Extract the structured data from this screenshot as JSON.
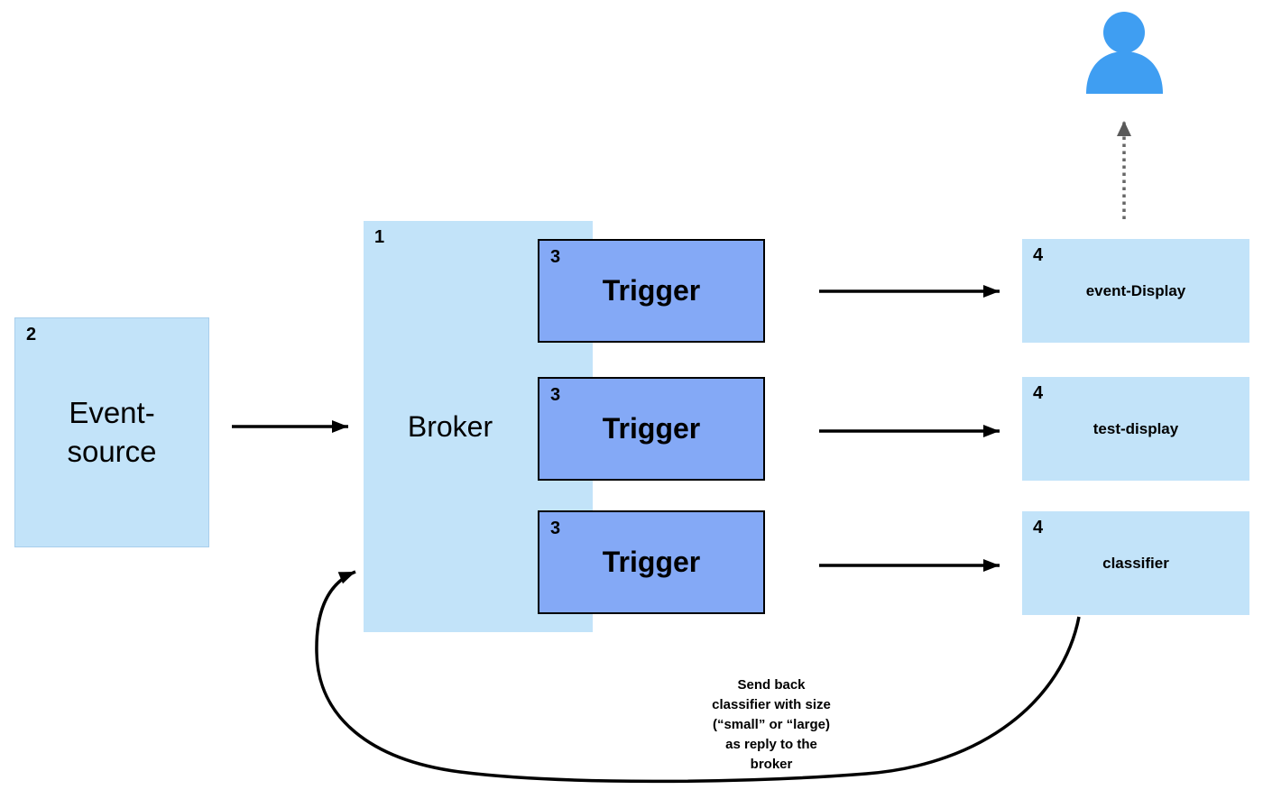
{
  "palette": {
    "light_blue_box": "#c2e3f9",
    "light_blue_border": "#a9cfec",
    "trigger_blue": "#84a9f6",
    "trigger_border": "#000000",
    "person_blue": "#3f9ef2",
    "arrow_black": "#000000",
    "dotted_arrow_gray": "#666666"
  },
  "nodes": {
    "event_source": {
      "number": "2",
      "label": "Event-\nsource"
    },
    "broker": {
      "number": "1",
      "label": "Broker"
    },
    "triggers": [
      {
        "number": "3",
        "label": "Trigger"
      },
      {
        "number": "3",
        "label": "Trigger"
      },
      {
        "number": "3",
        "label": "Trigger"
      }
    ],
    "sinks": [
      {
        "number": "4",
        "label": "event-Display"
      },
      {
        "number": "4",
        "label": "test-display"
      },
      {
        "number": "4",
        "label": "classifier"
      }
    ]
  },
  "annotations": {
    "reply_note": "Send back\nclassifier with size\n(“small” or “large)\nas reply to the\nbroker"
  },
  "icons": {
    "person": "person-icon"
  }
}
